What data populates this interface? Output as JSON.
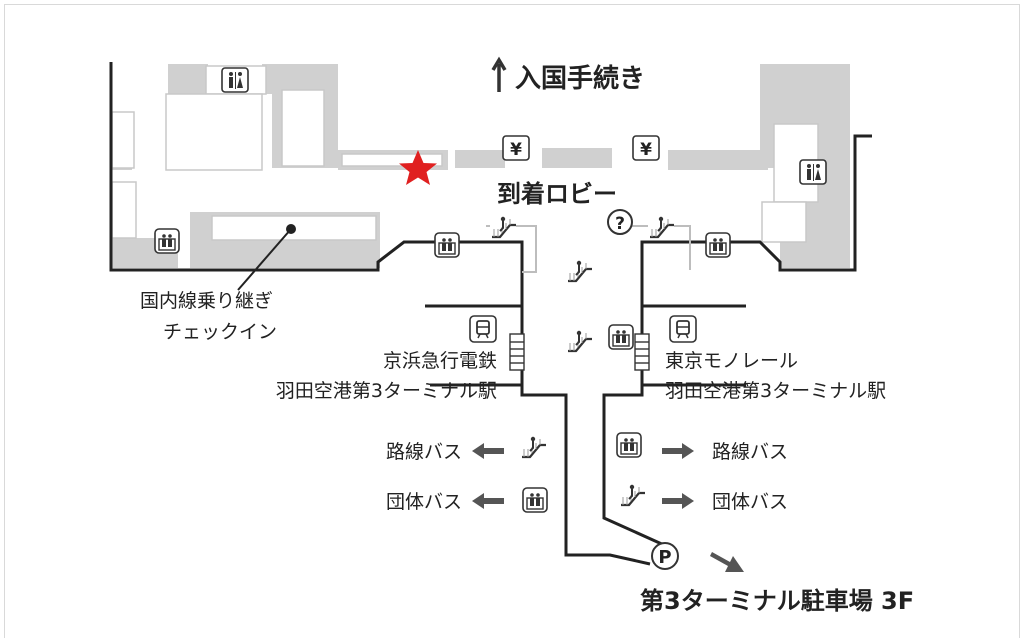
{
  "map": {
    "heading_arrival": "入国手続き",
    "arrival_lobby": "到着ロビー",
    "domestic_checkin": [
      "国内線乗り継ぎ",
      "チェックイン"
    ],
    "keikyu": [
      "京浜急行電鉄",
      "羽田空港第3ターミナル駅"
    ],
    "monorail": [
      "東京モノレール",
      "羽田空港第3ターミナル駅"
    ],
    "route_bus_left": "路線バス",
    "group_bus_left": "団体バス",
    "route_bus_right": "路線バス",
    "group_bus_right": "団体バス",
    "parking": "第3ターミナル駐車場 3F",
    "currency_symbol": "¥",
    "info_symbol": "?",
    "parking_symbol": "P"
  },
  "colors": {
    "wall": "#222222",
    "area": "#d0d0d0",
    "current_location": "#e02020",
    "arrow": "#555555"
  },
  "icons": [
    "restroom-icon",
    "elevator-icon",
    "escalator-icon",
    "currency-exchange-icon",
    "information-icon",
    "train-icon",
    "parking-icon",
    "current-location-star-icon"
  ]
}
